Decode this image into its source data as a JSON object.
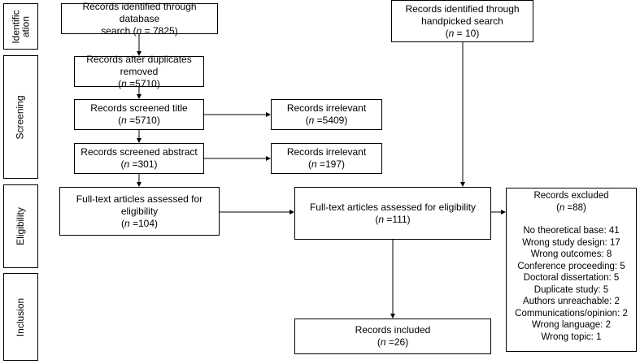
{
  "stages": {
    "identification": "Identific ation",
    "screening": "Screening",
    "eligibility": "Eligibility",
    "inclusion": "Inclusion"
  },
  "boxes": {
    "database": {
      "line1": "Records identified through database",
      "line2_pre": "search (",
      "n_label": "n",
      "line2_post": " = 7825)"
    },
    "handpicked": {
      "line1": "Records identified through",
      "line2": "handpicked search",
      "line3_pre": "(",
      "n_label": "n",
      "line3_post": " = 10)"
    },
    "duplicates": {
      "line1": "Records after duplicates removed",
      "line2_pre": "(",
      "n_label": "n",
      "line2_post": " =5710)"
    },
    "title": {
      "line1": "Records screened title",
      "line2_pre": "(",
      "n_label": "n",
      "line2_post": " =5710)"
    },
    "irrelevant1": {
      "line1": "Records irrelevant",
      "line2_pre": "(",
      "n_label": "n",
      "line2_post": " =5409)"
    },
    "abstract": {
      "line1": "Records screened abstract",
      "line2_pre": "(",
      "n_label": "n",
      "line2_post": " =301)"
    },
    "irrelevant2": {
      "line1": "Records irrelevant",
      "line2_pre": "(",
      "n_label": "n",
      "line2_post": " =197)"
    },
    "fulltext1": {
      "line1": "Full-text articles assessed for eligibility",
      "line2_pre": "(",
      "n_label": "n",
      "line2_post": " =104)"
    },
    "fulltext2": {
      "line1": "Full-text articles assessed for eligibility",
      "line2_pre": "(",
      "n_label": "n",
      "line2_post": " =111)"
    },
    "included": {
      "line1": "Records included",
      "line2_pre": "(",
      "n_label": "n",
      "line2_post": " =26)"
    }
  },
  "excluded": {
    "title": "Records excluded",
    "count_pre": "(",
    "n_label": "n",
    "count_post": " =88)",
    "reasons": [
      "No theoretical base: 41",
      "Wrong study design: 17",
      "Wrong outcomes: 8",
      "Conference proceeding: 5",
      "Doctoral dissertation: 5",
      "Duplicate study: 5",
      "Authors unreachable: 2",
      "Communications/opinion: 2",
      "Wrong language: 2",
      "Wrong topic: 1"
    ]
  }
}
